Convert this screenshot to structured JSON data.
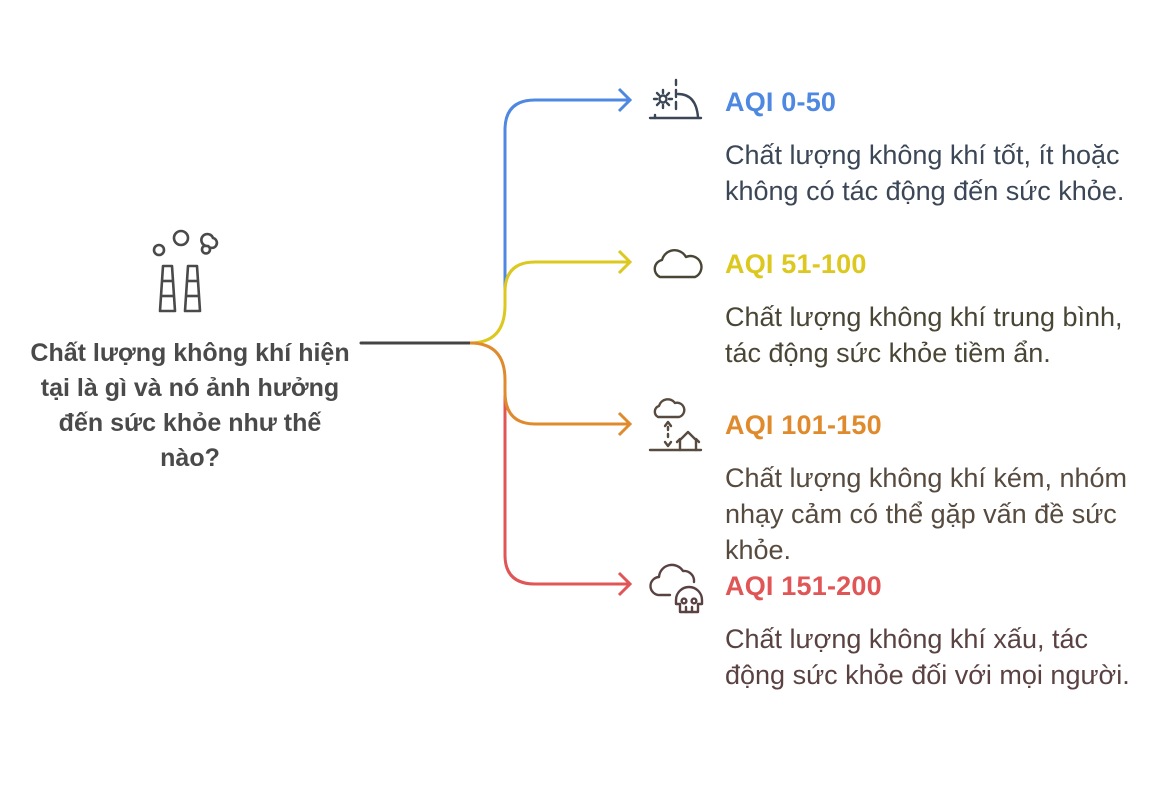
{
  "root": {
    "question": "Chất lượng không khí hiện tại là gì và nó ảnh hưởng đến sức khỏe như thế nào?",
    "icon": "factory-smokestacks-icon",
    "connector_color": "#444444"
  },
  "branches": [
    {
      "title": "AQI 0-50",
      "description": "Chất lượng không khí tốt, ít hoặc không có tác động đến sức khỏe.",
      "icon": "sunrise-icon",
      "color": "#4e88e0",
      "text_color": "#3b4656"
    },
    {
      "title": "AQI 51-100",
      "description": "Chất lượng không khí trung bình, tác động sức khỏe tiềm ẩn.",
      "icon": "cloud-icon",
      "color": "#dcc81e",
      "text_color": "#4a4636"
    },
    {
      "title": "AQI 101-150",
      "description": "Chất lượng không khí kém, nhóm nhạy cảm có thể gặp vấn đề sức khỏe.",
      "icon": "cloud-house-exchange-icon",
      "color": "#e08a2e",
      "text_color": "#574a3f"
    },
    {
      "title": "AQI 151-200",
      "description": "Chất lượng không khí xấu, tác động sức khỏe đối với mọi người.",
      "icon": "cloud-skull-icon",
      "color": "#e05555",
      "text_color": "#5a4242"
    }
  ]
}
